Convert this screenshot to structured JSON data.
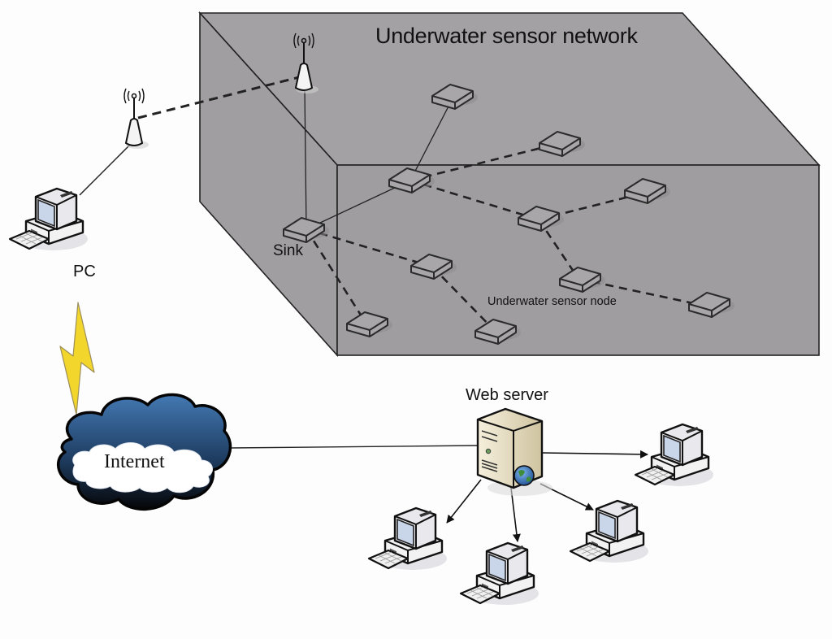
{
  "diagram": {
    "title": "Underwater sensor network",
    "labels": {
      "sink": "Sink",
      "sensor_node": "Underwater sensor node",
      "pc": "PC",
      "web_server": "Web server",
      "internet": "Internet"
    },
    "colors": {
      "water_volume": "#a3a1a4",
      "water_front": "#9d9b9e",
      "outline": "#222222",
      "cloud_top": "#3a6fa6",
      "cloud_bottom": "#0c0c10",
      "lightning": "#f2d52a",
      "server": "#e9dfc4"
    },
    "nodes": [
      {
        "id": "sink",
        "role": "sink"
      },
      {
        "id": "n1",
        "role": "sensor"
      },
      {
        "id": "n2",
        "role": "sensor"
      },
      {
        "id": "n3",
        "role": "sensor"
      },
      {
        "id": "n4",
        "role": "sensor"
      },
      {
        "id": "n5",
        "role": "sensor"
      },
      {
        "id": "n6",
        "role": "sensor"
      },
      {
        "id": "n7",
        "role": "sensor"
      },
      {
        "id": "n8",
        "role": "sensor"
      },
      {
        "id": "n9",
        "role": "sensor"
      },
      {
        "id": "n10",
        "role": "sensor"
      }
    ],
    "links": [
      {
        "from": "shore-antenna",
        "to": "surface-antenna",
        "style": "wireless-dashed"
      },
      {
        "from": "pc",
        "to": "shore-antenna",
        "style": "wired"
      },
      {
        "from": "surface-antenna",
        "to": "sink",
        "style": "wired"
      },
      {
        "from": "sink",
        "to": "n2",
        "style": "wired"
      },
      {
        "from": "n2",
        "to": "n1",
        "style": "wired"
      },
      {
        "from": "n2",
        "to": "n3",
        "style": "acoustic-dashed"
      },
      {
        "from": "n2",
        "to": "n4",
        "style": "acoustic-dashed"
      },
      {
        "from": "n4",
        "to": "n5",
        "style": "acoustic-dashed"
      },
      {
        "from": "n4",
        "to": "n7",
        "style": "acoustic-dashed"
      },
      {
        "from": "n7",
        "to": "n10",
        "style": "acoustic-dashed"
      },
      {
        "from": "sink",
        "to": "n6",
        "style": "acoustic-dashed"
      },
      {
        "from": "n6",
        "to": "n9",
        "style": "acoustic-dashed"
      },
      {
        "from": "sink",
        "to": "n8",
        "style": "acoustic-dashed"
      },
      {
        "from": "pc",
        "to": "internet",
        "style": "lightning"
      },
      {
        "from": "internet",
        "to": "web-server",
        "style": "wired"
      },
      {
        "from": "web-server",
        "to": "client-1",
        "style": "arrow"
      },
      {
        "from": "web-server",
        "to": "client-2",
        "style": "arrow"
      },
      {
        "from": "web-server",
        "to": "client-3",
        "style": "arrow"
      },
      {
        "from": "web-server",
        "to": "client-4",
        "style": "arrow"
      }
    ]
  }
}
